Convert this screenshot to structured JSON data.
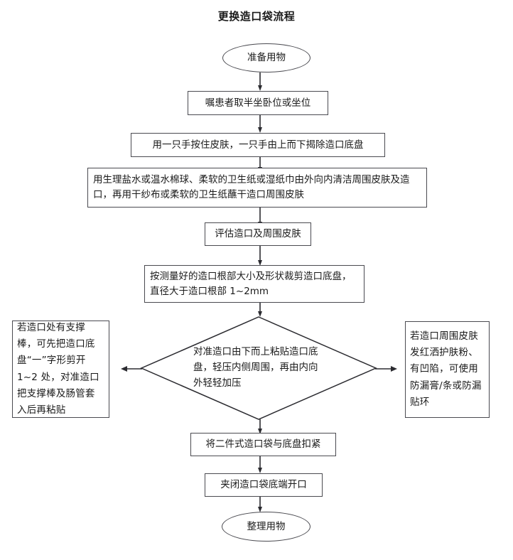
{
  "document": {
    "title": "更换造口袋流程"
  },
  "flowchart": {
    "type": "flowchart",
    "orientation": "top-to-bottom",
    "nodes": [
      {
        "id": "start",
        "shape": "ellipse",
        "label": "准备用物"
      },
      {
        "id": "step1",
        "shape": "rect",
        "label": "嘱患者取半坐卧位或坐位"
      },
      {
        "id": "step2",
        "shape": "rect",
        "label": "用一只手按住皮肤，一只手由上而下揭除造口底盘"
      },
      {
        "id": "step3",
        "shape": "rect",
        "label": "用生理盐水或温水棉球、柔软的卫生纸或湿纸巾由外向内清洁周围皮肤及造口，再用干纱布或柔软的卫生纸蘸干造口周围皮肤"
      },
      {
        "id": "step4",
        "shape": "rect",
        "label": "评估造口及周围皮肤"
      },
      {
        "id": "step5",
        "shape": "rect",
        "label": "按测量好的造口根部大小及形状裁剪造口底盘，直径大于造口根部 1~2mm"
      },
      {
        "id": "decision",
        "shape": "diamond",
        "label": "对准造口由下而上粘贴造口底盘，轻压内侧周围，再由内向外轻轻加压"
      },
      {
        "id": "noteLeft",
        "shape": "rect",
        "label": "若造口处有支撑棒，可先把造口底盘“一”字形剪开1~2 处，对准造口把支撑棒及肠管套入后再粘贴"
      },
      {
        "id": "noteRight",
        "shape": "rect",
        "label": "若造口周围皮肤发红洒护肤粉、有凹陷，可使用防漏膏/条或防漏贴环"
      },
      {
        "id": "step6",
        "shape": "rect",
        "label": "将二件式造口袋与底盘扣紧"
      },
      {
        "id": "step7",
        "shape": "rect",
        "label": "夹闭造口袋底端开口"
      },
      {
        "id": "end",
        "shape": "ellipse",
        "label": "整理用物"
      }
    ],
    "edges": [
      {
        "from": "start",
        "to": "step1",
        "direction": "down"
      },
      {
        "from": "step1",
        "to": "step2",
        "direction": "down"
      },
      {
        "from": "step2",
        "to": "step3",
        "direction": "down"
      },
      {
        "from": "step3",
        "to": "step4",
        "direction": "down"
      },
      {
        "from": "step4",
        "to": "step5",
        "direction": "down"
      },
      {
        "from": "step5",
        "to": "decision",
        "direction": "down"
      },
      {
        "from": "decision",
        "to": "noteLeft",
        "direction": "left"
      },
      {
        "from": "decision",
        "to": "noteRight",
        "direction": "right"
      },
      {
        "from": "decision",
        "to": "step6",
        "direction": "down"
      },
      {
        "from": "step6",
        "to": "step7",
        "direction": "down"
      },
      {
        "from": "step7",
        "to": "end",
        "direction": "down"
      }
    ],
    "colors": {
      "stroke": "#4a4a50",
      "text": "#1a1a1a",
      "background": "#ffffff"
    }
  }
}
